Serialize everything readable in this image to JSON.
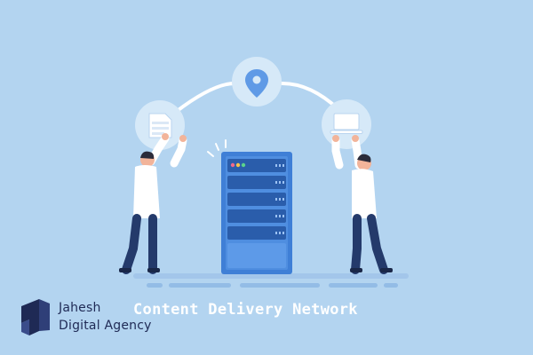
{
  "headline": "Content Delivery Network",
  "brand": {
    "line1": "Jahesh",
    "line2": "Digital Agency"
  },
  "icons": {
    "top_node": "location-pin-icon",
    "left_node": "document-icon",
    "right_node": "laptop-icon",
    "center": "server-rack-icon",
    "logo": "jahesh-logo"
  },
  "colors": {
    "background": "#b3d4f0",
    "node_fill": "#d6e9f8",
    "server_blue": "#3f7fd6",
    "server_dark": "#2a5dab",
    "shirt": "#ffffff",
    "pants": "#243a6b",
    "skin": "#f2b49a",
    "hair": "#2b2b3a",
    "headline_text": "#ffffff",
    "brand_text": "#1f2a55",
    "led_colors": [
      "#f06a8a",
      "#f5c24b",
      "#5bd38c",
      "#7fb3ff"
    ]
  }
}
